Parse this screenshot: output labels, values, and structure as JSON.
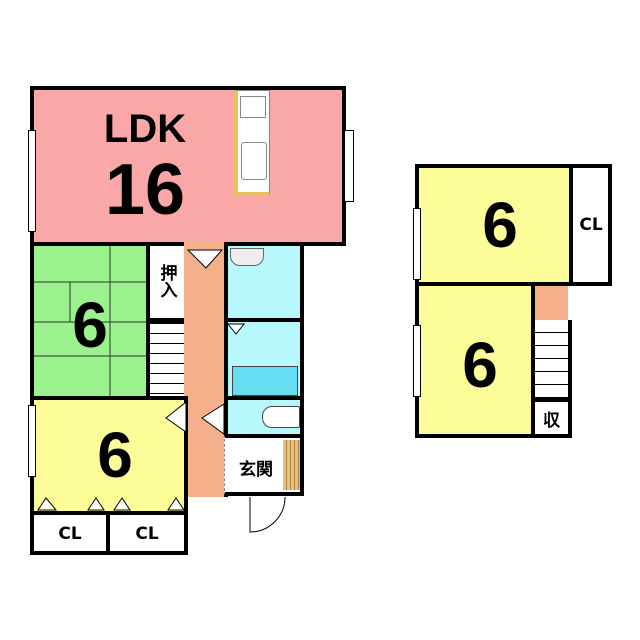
{
  "floor1": {
    "ldk": {
      "label": "LDK",
      "size": "16"
    },
    "washitsu": {
      "size": "6"
    },
    "oshiire": {
      "label": "押入"
    },
    "western_room": {
      "size": "6"
    },
    "closets": [
      "CL",
      "CL"
    ],
    "entrance": {
      "label": "玄関"
    }
  },
  "floor2": {
    "room_top": {
      "size": "6"
    },
    "room_bottom": {
      "size": "6"
    },
    "closet": {
      "label": "CL"
    },
    "storage": {
      "label": "収"
    }
  },
  "colors": {
    "ldk": "#faa7a7",
    "washitsu": "#99f28c",
    "western": "#fcfc99",
    "hall": "#f4b08a",
    "water": "#b6f8fc"
  }
}
